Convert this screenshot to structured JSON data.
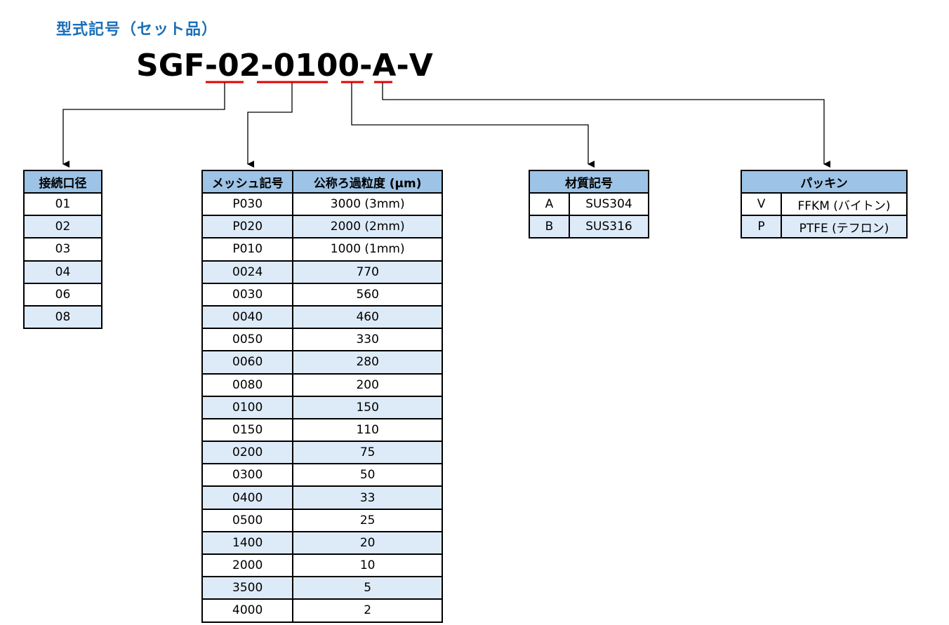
{
  "heading": "型式記号（セット品）",
  "model_code": {
    "parts": [
      "SGF",
      "-",
      "02",
      "-",
      "0100",
      "-",
      "A",
      "-",
      "V"
    ]
  },
  "colors": {
    "heading": "#1a6fb8",
    "underline": "#e60000",
    "header_fill": "#9dc3e6",
    "alt_row_fill": "#ddeaf7"
  },
  "tables": {
    "connection": {
      "header": "接続口径",
      "rows": [
        "01",
        "02",
        "03",
        "04",
        "06",
        "08"
      ]
    },
    "mesh": {
      "headers": [
        "メッシュ記号",
        "公称ろ過粒度 (μm)"
      ],
      "rows": [
        [
          "P030",
          "3000 (3mm)"
        ],
        [
          "P020",
          "2000 (2mm)"
        ],
        [
          "P010",
          "1000 (1mm)"
        ],
        [
          "0024",
          "770"
        ],
        [
          "0030",
          "560"
        ],
        [
          "0040",
          "460"
        ],
        [
          "0050",
          "330"
        ],
        [
          "0060",
          "280"
        ],
        [
          "0080",
          "200"
        ],
        [
          "0100",
          "150"
        ],
        [
          "0150",
          "110"
        ],
        [
          "0200",
          "75"
        ],
        [
          "0300",
          "50"
        ],
        [
          "0400",
          "33"
        ],
        [
          "0500",
          "25"
        ],
        [
          "1400",
          "20"
        ],
        [
          "2000",
          "10"
        ],
        [
          "3500",
          "5"
        ],
        [
          "4000",
          "2"
        ]
      ]
    },
    "material": {
      "header": "材質記号",
      "rows": [
        [
          "A",
          "SUS304"
        ],
        [
          "B",
          "SUS316"
        ]
      ]
    },
    "packing": {
      "header": "パッキン",
      "rows": [
        [
          "V",
          "FFKM (バイトン)"
        ],
        [
          "P",
          "PTFE (テフロン)"
        ]
      ]
    }
  }
}
